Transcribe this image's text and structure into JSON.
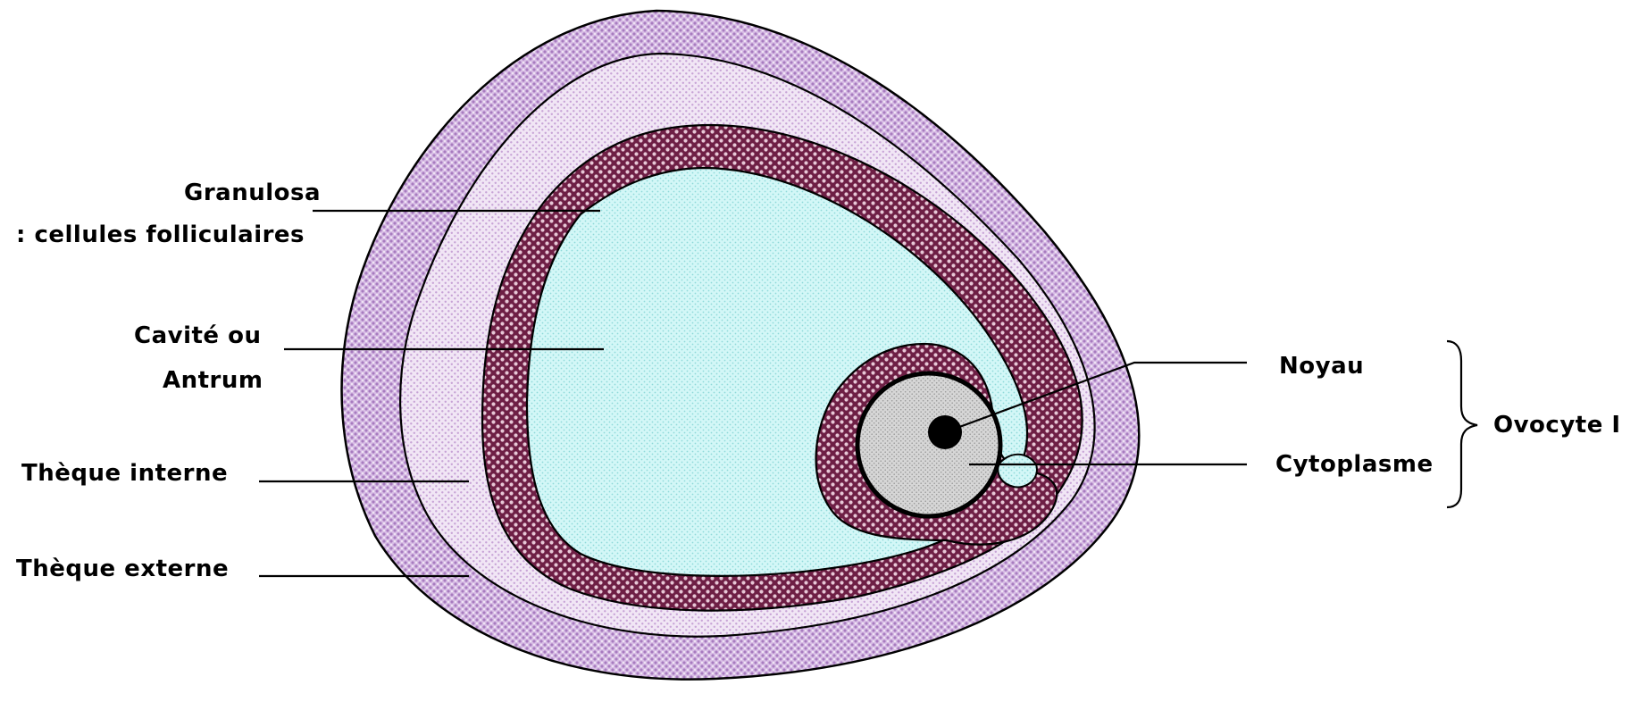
{
  "labels": {
    "granulosa_line1": "Granulosa",
    "granulosa_line2": ": cellules folliculaires",
    "cavite_line1": "Cavité ou",
    "cavite_line2": "Antrum",
    "theque_interne": "Thèque interne",
    "theque_externe": "Thèque externe",
    "noyau": "Noyau",
    "cytoplasme": "Cytoplasme",
    "ovocyte": "Ovocyte I"
  },
  "colors": {
    "theque_externe": "#c9a9d9",
    "theque_interne": "#ead9f0",
    "granulosa": "#7a2a4e",
    "antrum": "#c8f2f2",
    "cytoplasme": "#cfcfcf",
    "noyau": "#000000",
    "outline": "#000000"
  }
}
